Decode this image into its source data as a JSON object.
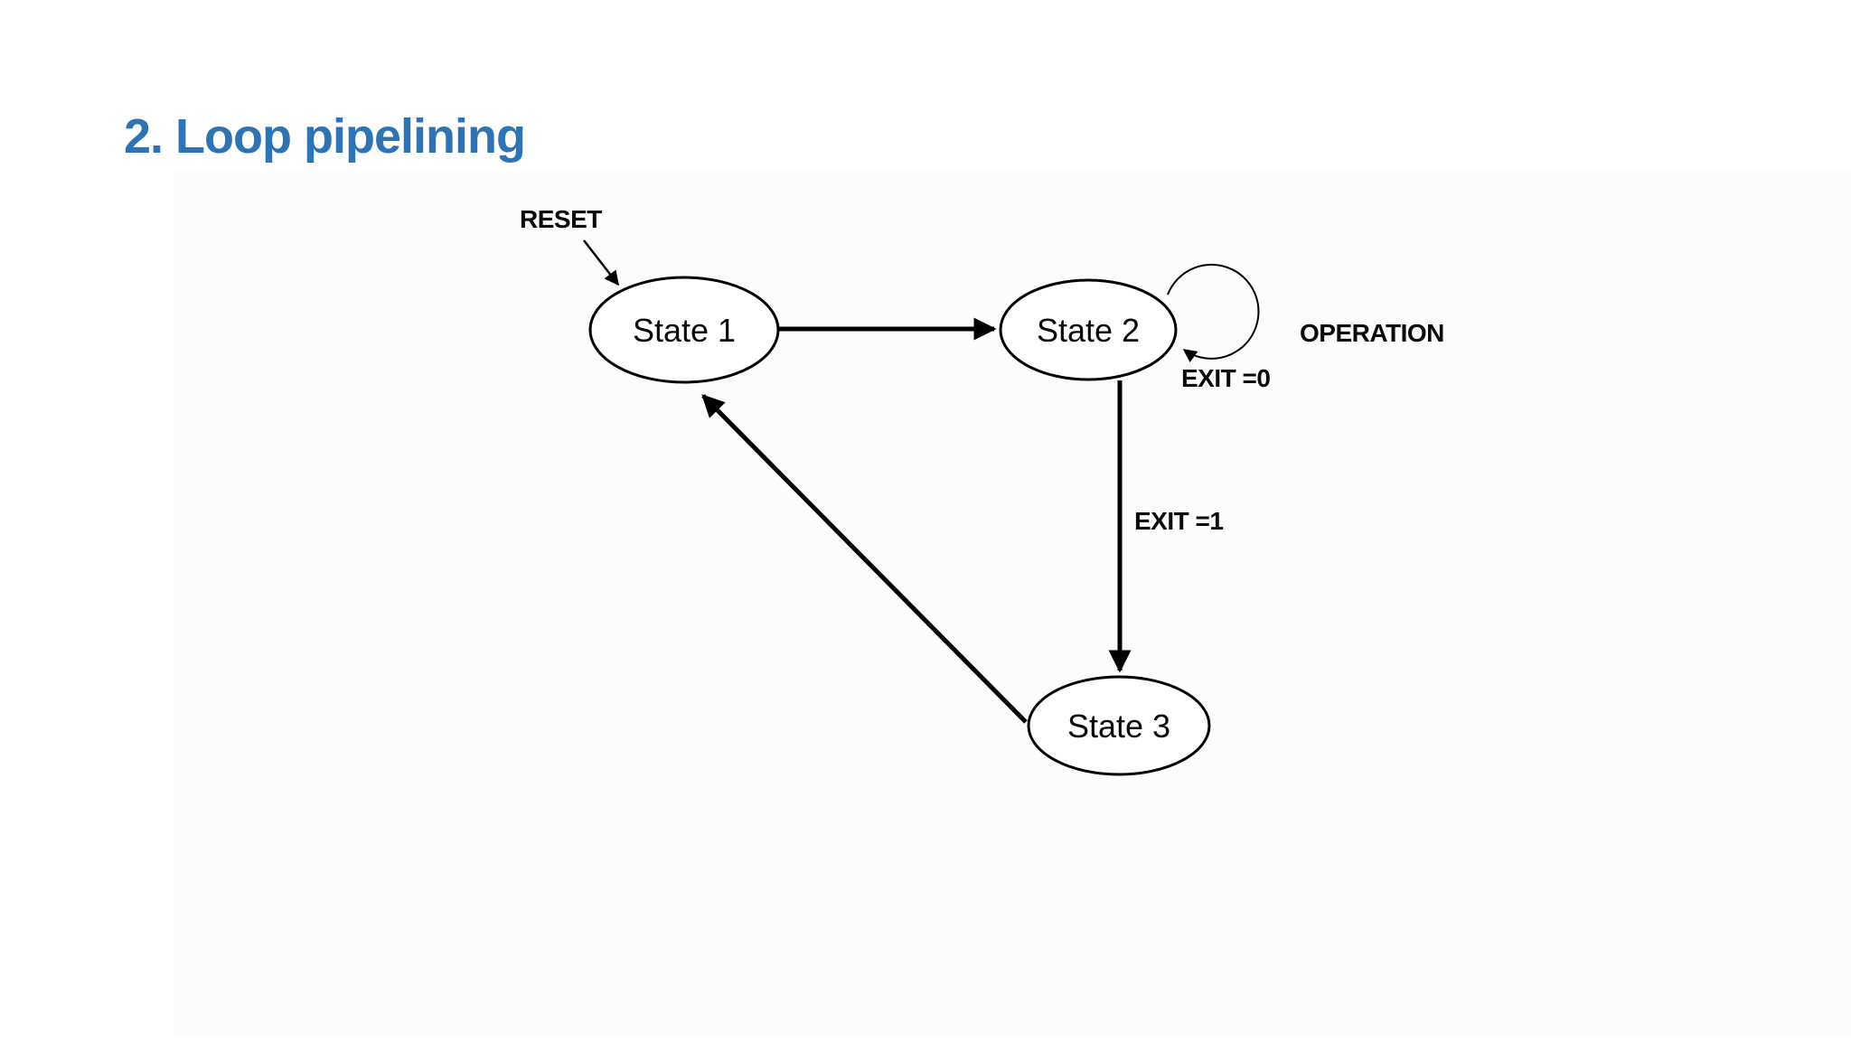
{
  "page": {
    "title": "2. Loop pipelining",
    "title_color": "#2E74B5"
  },
  "diagram": {
    "type": "state-machine",
    "states": [
      {
        "id": "state1",
        "label": "State 1"
      },
      {
        "id": "state2",
        "label": "State 2"
      },
      {
        "id": "state3",
        "label": "State 3"
      }
    ],
    "labels": {
      "reset": "RESET",
      "operation": "OPERATION",
      "exit_zero": "EXIT =0",
      "exit_one": "EXIT =1"
    },
    "transitions": [
      {
        "from": "external",
        "to": "State 1",
        "label": "RESET"
      },
      {
        "from": "State 1",
        "to": "State 2",
        "label": ""
      },
      {
        "from": "State 2",
        "to": "State 2",
        "label": "OPERATION, EXIT =0"
      },
      {
        "from": "State 2",
        "to": "State 3",
        "label": "EXIT =1"
      },
      {
        "from": "State 3",
        "to": "State 1",
        "label": ""
      }
    ],
    "colors": {
      "stroke": "#000000",
      "text": "#0a0a0a",
      "canvas_bg": "#FCFCFD"
    }
  }
}
